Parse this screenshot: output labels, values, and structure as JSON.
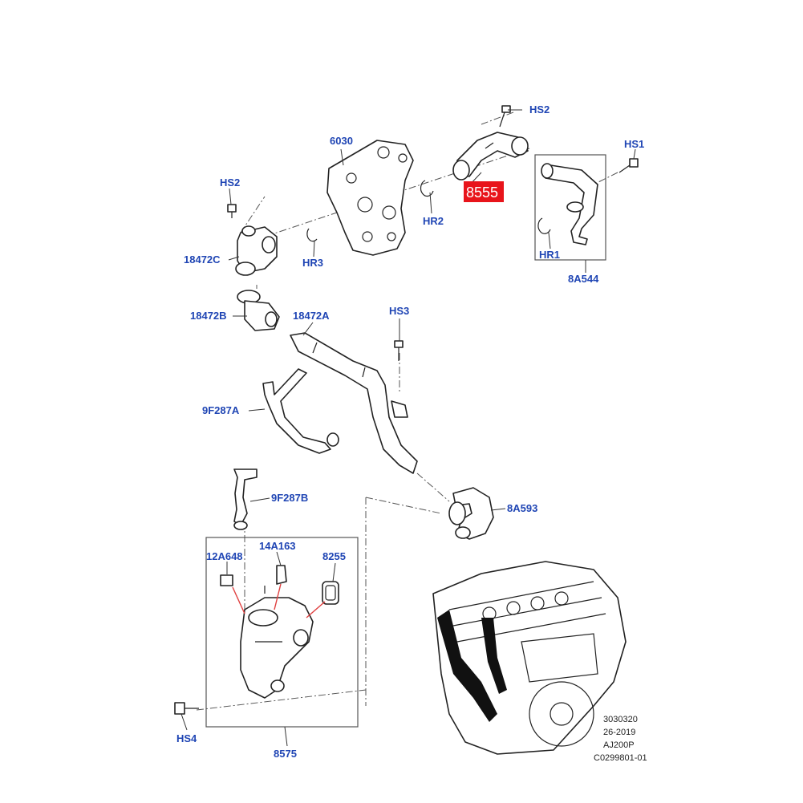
{
  "labels": {
    "hs2_top": "HS2",
    "hs1": "HS1",
    "p6030": "6030",
    "p8555": "8555",
    "hs2_left": "HS2",
    "hr2": "HR2",
    "hr3": "HR3",
    "hr1": "HR1",
    "p18472c": "18472C",
    "p8a544": "8A544",
    "p18472b": "18472B",
    "p18472a": "18472A",
    "hs3": "HS3",
    "p9f287a": "9F287A",
    "p9f287b": "9F287B",
    "p8a593": "8A593",
    "p12a648": "12A648",
    "p14a163": "14A163",
    "p8255": "8255",
    "hs4": "HS4",
    "p8575": "8575"
  },
  "highlight_color": "#e8141b",
  "label_color": "#1f45b4",
  "info_block": {
    "line1": "3030320",
    "line2": "26-2019",
    "line3": "AJ200P",
    "line4": "C0299801-01"
  }
}
